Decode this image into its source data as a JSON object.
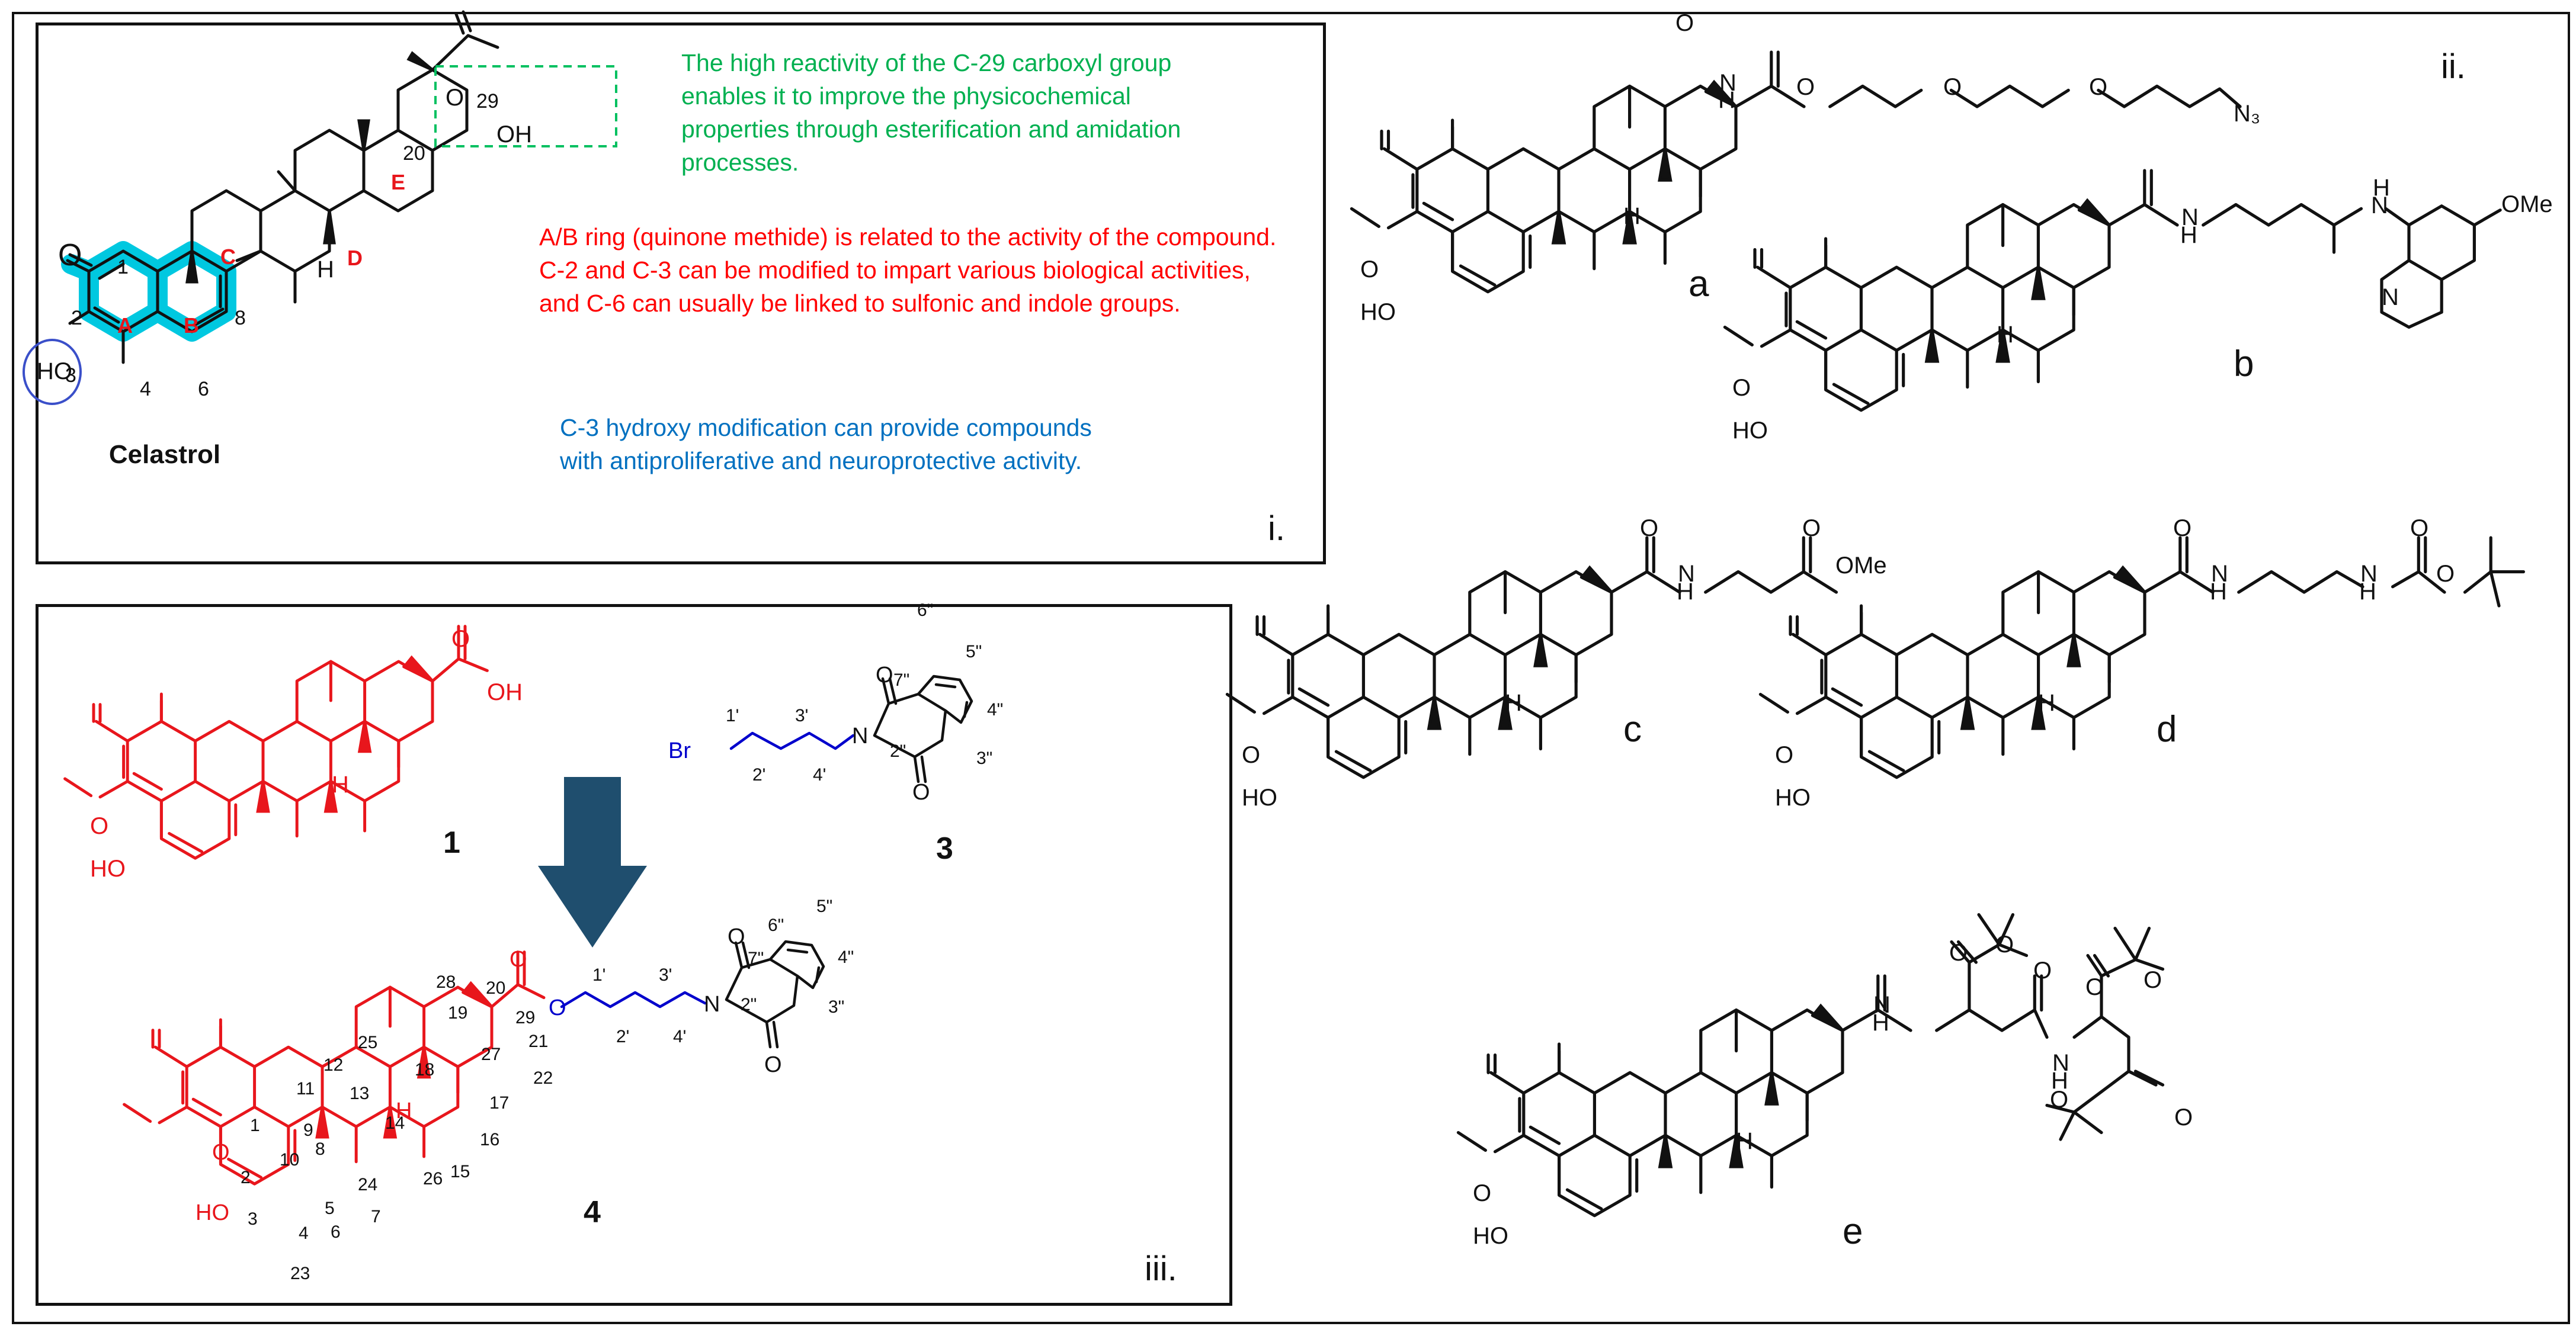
{
  "colors": {
    "green": "#00b050",
    "red": "#ff0000",
    "blue": "#0070c0",
    "molred": "#e8161c",
    "molblue": "#0000cc",
    "highlight": "#00c8e0",
    "arrow": "#1f4e6e",
    "black": "#111111"
  },
  "panel_i": {
    "label": "i.",
    "compound_name": "Celastrol",
    "atoms": {
      "carbonyl_o": "O",
      "acid_oh": "OH",
      "hydroxy": "HO",
      "h": "H",
      "n29": "29",
      "n20": "20",
      "n1": "1",
      "n2": "2",
      "n3": "3",
      "n4": "4",
      "n6": "6",
      "n8": "8"
    },
    "rings": {
      "a": "A",
      "b": "B",
      "c": "C",
      "d": "D",
      "e": "E"
    },
    "note_green": "The high reactivity of the C-29 carboxyl group enables it to improve the physicochemical properties through esterification and amidation processes.",
    "note_red": "A/B ring (quinone methide) is related to the activity of the compound. C-2 and C-3 can be modified to impart various biological activities, and C-6 can usually be linked to sulfonic and indole groups.",
    "note_blue": "C-3 hydroxy modification can provide compounds with antiproliferative and neuroprotective activity."
  },
  "panel_ii": {
    "label": "ii.",
    "compounds": [
      {
        "label": "a",
        "chain": [
          "H",
          "N",
          "O",
          "O",
          "O",
          "N₃"
        ]
      },
      {
        "label": "b",
        "chain": [
          "H",
          "N",
          "H",
          "N",
          "OMe",
          "N"
        ]
      },
      {
        "label": "c",
        "chain": [
          "O",
          "H",
          "N",
          "O",
          "OMe"
        ]
      },
      {
        "label": "d",
        "chain": [
          "O",
          "H",
          "N",
          "H",
          "N",
          "O",
          "O"
        ]
      },
      {
        "label": "e",
        "chain": [
          "H",
          "N",
          "O",
          "O",
          "O",
          "H",
          "N",
          "O",
          "O",
          "O",
          "O"
        ]
      }
    ],
    "core_atoms": {
      "o": "O",
      "ho": "HO",
      "h": "H"
    }
  },
  "panel_iii": {
    "label": "iii.",
    "compound_1": "1",
    "compound_3": "3",
    "compound_4": "4",
    "atoms": {
      "o": "O",
      "oh": "OH",
      "ho": "HO",
      "h": "H",
      "br": "Br",
      "n": "N"
    },
    "numbers": [
      "1'",
      "2'",
      "3'",
      "4'",
      "2\"",
      "3\"",
      "4\"",
      "5\"",
      "6\"",
      "7\"",
      "28",
      "29",
      "20",
      "19",
      "21",
      "22",
      "25",
      "27",
      "18",
      "17",
      "12",
      "13",
      "11",
      "16",
      "14",
      "15",
      "26",
      "24",
      "8",
      "9",
      "10",
      "1",
      "2",
      "3",
      "4",
      "5",
      "6",
      "7",
      "23"
    ]
  }
}
